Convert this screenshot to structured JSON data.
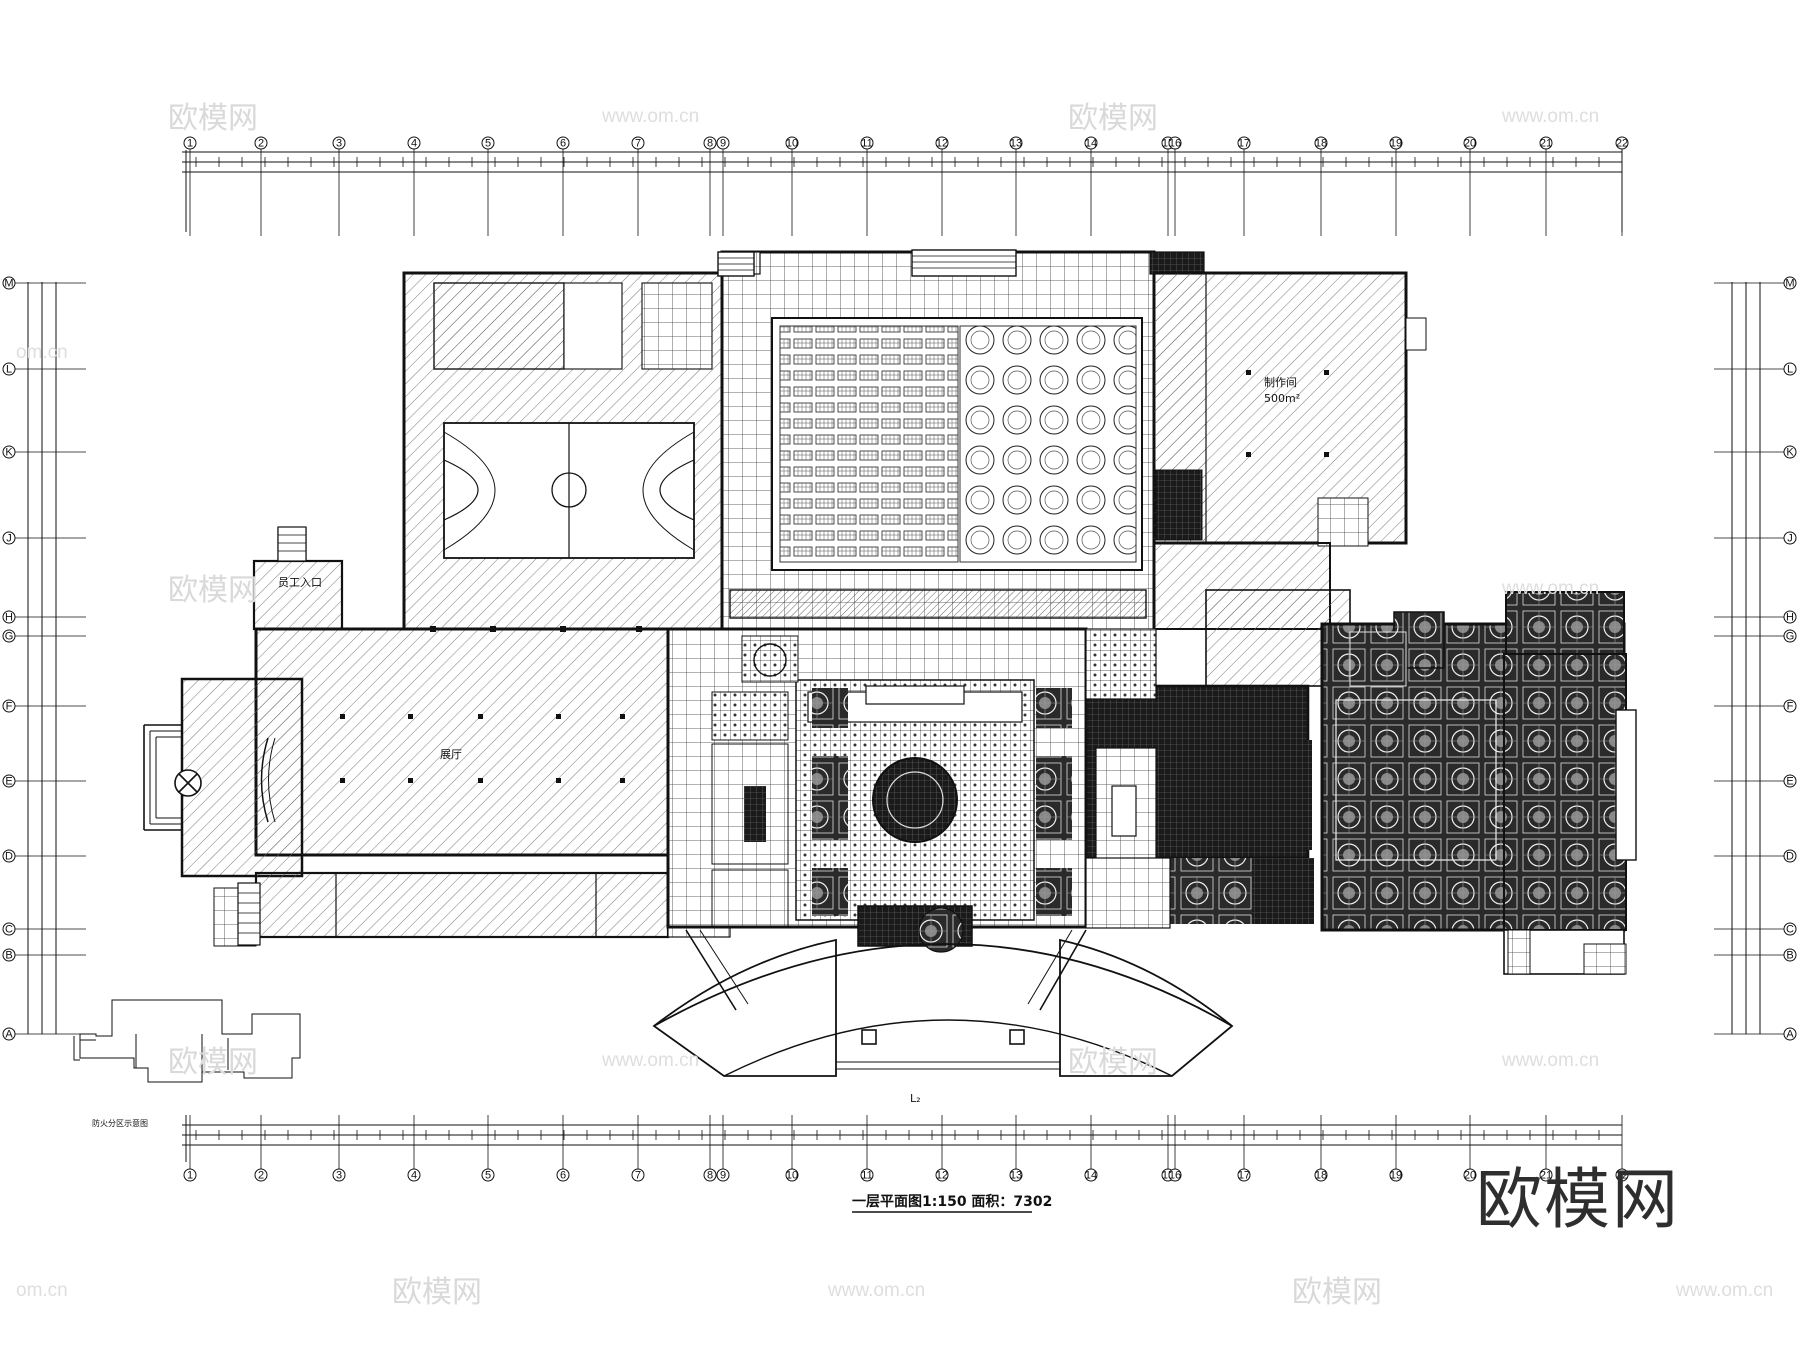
{
  "plan_title": "一层平面图1:150 面积：7302",
  "top_axis_labels": [
    "1",
    "2",
    "3",
    "4",
    "5",
    "6",
    "7",
    "8",
    "9",
    "10",
    "11",
    "12",
    "13",
    "14",
    "15",
    "16",
    "17",
    "18",
    "19",
    "20",
    "21",
    "22"
  ],
  "side_axis_labels": [
    "M",
    "L",
    "K",
    "J",
    "H",
    "G",
    "F",
    "E",
    "D",
    "C",
    "B",
    "A"
  ],
  "rooms": {
    "staff_entrance": "员工入口",
    "production_room": "制作间",
    "production_area": "500m²",
    "hall": "展厅"
  },
  "section_mark": "L₂",
  "key_plan_title": "防火分区示意图",
  "watermarks": {
    "brand": "欧模网",
    "url": "www.om.cn",
    "url_short": "om.cn"
  }
}
